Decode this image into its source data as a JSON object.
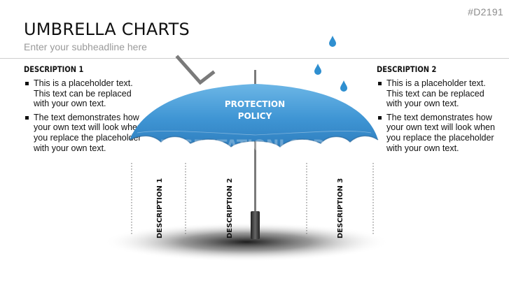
{
  "slide_id": "#D2191",
  "title": "UMBRELLA CHARTS",
  "subheadline": "Enter your subheadline here",
  "left": {
    "heading": "DESCRIPTION 1",
    "bullets": [
      "This is a placeholder text. This text can be replaced with your own text.",
      "The text demonstrates how your own text will look when you replace the placeholder with your own text."
    ]
  },
  "right": {
    "heading": "DESCRIPTION 2",
    "bullets": [
      "This is a placeholder text. This text can be replaced with your own text.",
      "The text demonstrates how your own text will look when you replace the placeholder with your own text."
    ]
  },
  "umbrella": {
    "canopy_line1": "PROTECTION",
    "canopy_line2": "POLICY",
    "watermark": "PRESENTATIONLOAD",
    "column_labels": [
      "DESCRIPTION 1",
      "DESCRIPTION 2",
      "DESCRIPTION 3"
    ]
  },
  "colors": {
    "canopy_top": "#5aa9dd",
    "canopy_bottom": "#2f83c3",
    "raindrop": "#2f8fd0",
    "arrow": "#7a7a7a"
  },
  "icons": [
    "down-right-arrow-icon",
    "raindrop-icon"
  ]
}
